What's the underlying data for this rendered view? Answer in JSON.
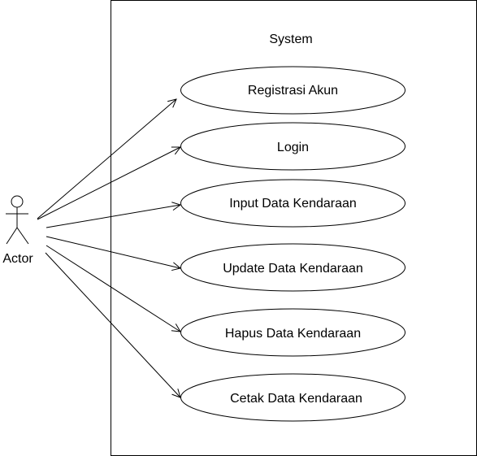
{
  "system": {
    "title": "System"
  },
  "actor": {
    "label": "Actor"
  },
  "use_cases": [
    {
      "label": "Registrasi Akun"
    },
    {
      "label": "Login"
    },
    {
      "label": "Input Data Kendaraan"
    },
    {
      "label": "Update Data Kendaraan"
    },
    {
      "label": "Hapus Data Kendaraan"
    },
    {
      "label": "Cetak Data Kendaraan"
    }
  ],
  "colors": {
    "stroke": "#000000",
    "background": "#ffffff"
  }
}
